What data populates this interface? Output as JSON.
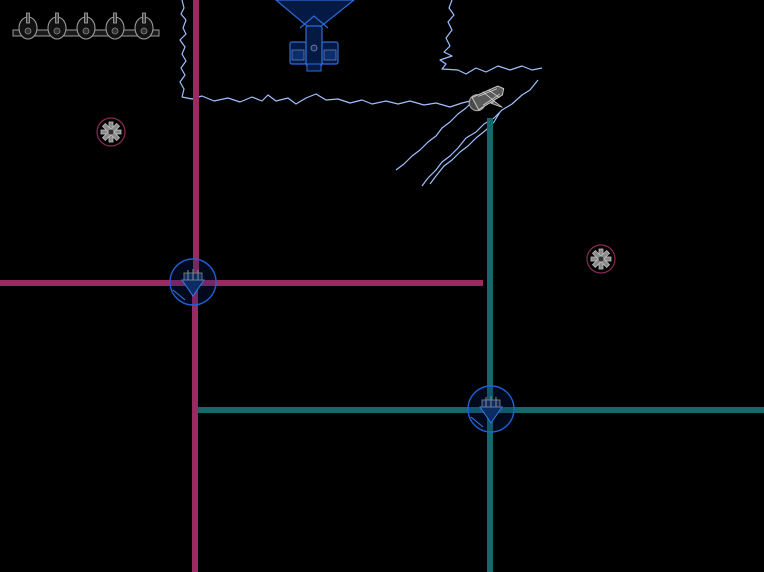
{
  "game": {
    "lives": 5,
    "colors": {
      "background": "#000000",
      "magenta_track": "#9b2a62",
      "teal_track": "#16686a",
      "node_blue": "#1f5fd6",
      "wall_crack": "#9fc0ff",
      "gear_ring": "#8a2a56"
    },
    "icons": {
      "life": "bomb-icon",
      "pickup": "gear-icon",
      "junction": "arrow-node-icon",
      "player": "player-ship-icon",
      "base": "base-turret-icon"
    },
    "tracks": [
      {
        "name": "magenta-horizontal",
        "color": "magenta"
      },
      {
        "name": "magenta-vertical",
        "color": "magenta"
      },
      {
        "name": "teal-horizontal",
        "color": "teal"
      },
      {
        "name": "teal-vertical",
        "color": "teal"
      }
    ],
    "junctions": [
      {
        "name": "junction-magenta",
        "track": "magenta"
      },
      {
        "name": "junction-teal",
        "track": "teal"
      }
    ],
    "pickups": [
      {
        "name": "gear-pickup-left"
      },
      {
        "name": "gear-pickup-right"
      }
    ]
  }
}
